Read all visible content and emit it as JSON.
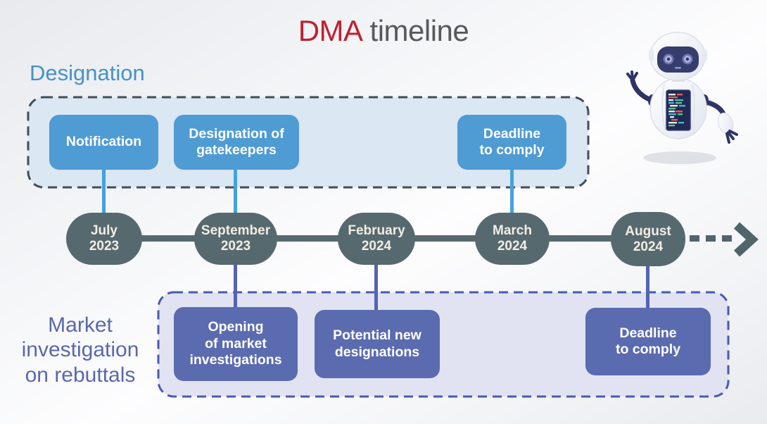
{
  "title": {
    "highlight": "DMA",
    "rest": "timeline"
  },
  "sections": {
    "designation": {
      "label": "Designation",
      "boxes": [
        {
          "lines": [
            "Notification"
          ]
        },
        {
          "lines": [
            "Designation of",
            "gatekeepers"
          ]
        },
        {
          "lines": [
            "Deadline",
            "to comply"
          ]
        }
      ]
    },
    "market_investigation": {
      "label_lines": [
        "Market",
        "investigation",
        "on rebuttals"
      ],
      "boxes": [
        {
          "lines": [
            "Opening",
            "of market",
            "investigations"
          ]
        },
        {
          "lines": [
            "Potential new",
            "designations"
          ]
        },
        {
          "lines": [
            "Deadline",
            "to comply"
          ]
        }
      ]
    }
  },
  "timeline": {
    "nodes": [
      {
        "month": "July",
        "year": "2023"
      },
      {
        "month": "September",
        "year": "2023"
      },
      {
        "month": "February",
        "year": "2024"
      },
      {
        "month": "March",
        "year": "2024"
      },
      {
        "month": "August",
        "year": "2024"
      }
    ]
  },
  "icons": {
    "robot": "robot-mascot",
    "arrow": "dashed-forward-arrow"
  },
  "colors": {
    "title_accent": "#be2130",
    "title_text": "#58595b",
    "designation_heading": "#4592c6",
    "designation_box": "#4f9bd4",
    "designation_fill": "#dbe7f3",
    "designation_border": "#3f4f59",
    "timeline_node": "#56696f",
    "node_text": "#f3eee3",
    "connector_blue": "#44a1dd",
    "connector_purple": "#5363b4",
    "market_heading": "#5968ac",
    "market_box": "#5b6baf",
    "market_fill": "#e1e3f2",
    "market_border": "#4a5aad"
  }
}
